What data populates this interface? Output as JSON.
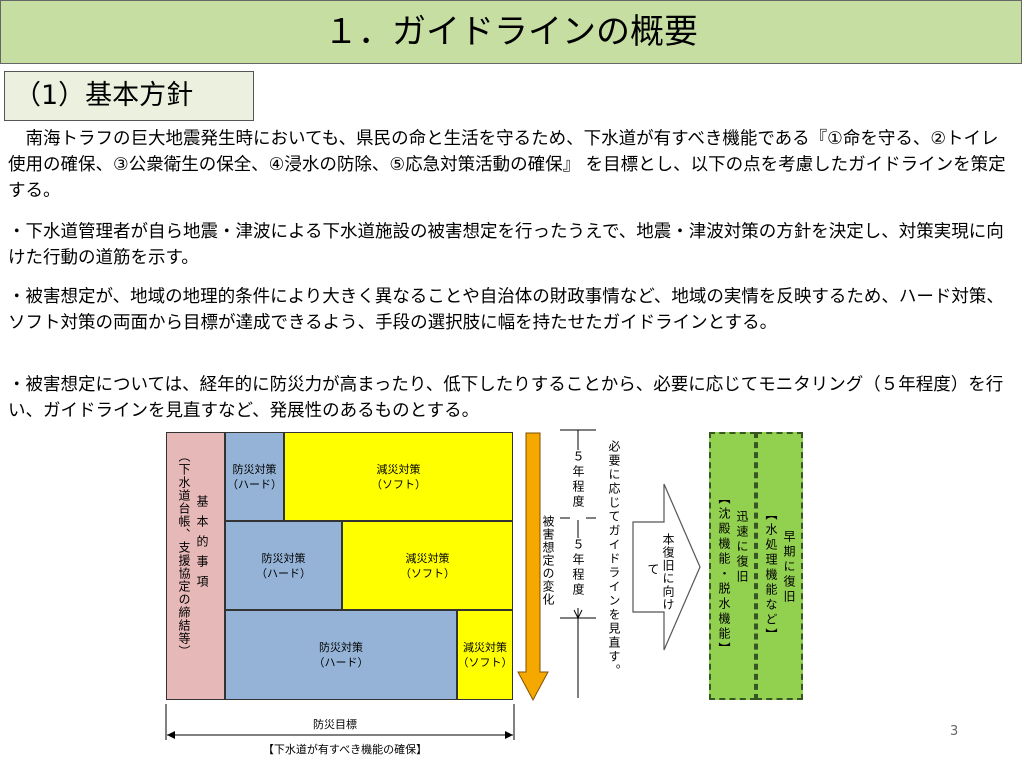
{
  "title": "１．ガイドラインの概要",
  "section": "（1）基本方針",
  "paragraphs": [
    "　南海トラフの巨大地震発生時においても、県民の命と生活を守るため、下水道が有すべき機能である『①命を守る、②トイレ使用の確保、③公衆衛生の保全、④浸水の防除、⑤応急対策活動の確保』 を目標とし、以下の点を考慮したガイドラインを策定する。",
    "・下水道管理者が自ら地震・津波による下水道施設の被害想定を行ったうえで、地震・津波対策の方針を決定し、対策実現に向けた行動の道筋を示す。",
    "・被害想定が、地域の地理的条件により大きく異なることや自治体の財政事情など、地域の実情を反映するため、ハード対策、ソフト対策の両面から目標が達成できるよう、手段の選択肢に幅を持たせたガイドラインとする。",
    "・被害想定については、経年的に防災力が高まったり、低下したりすることから、必要に応じてモニタリング（５年程度）を行い、ガイドラインを見直すなど、発展性のあるものとする。"
  ],
  "diagram": {
    "basic_left": "（下水道台帳、支援協定の締結等）",
    "basic_right": "基本的事項",
    "rows": [
      {
        "hard": "防災対策\n（ハード）",
        "soft": "減災対策\n（ソフト）"
      },
      {
        "hard": "防災対策\n（ハード）",
        "soft": "減災対策\n（ソフト）"
      },
      {
        "hard": "防災対策\n（ハード）",
        "soft": "減災対策\n（ソフト）"
      }
    ],
    "damage_change": "被害想定の変化",
    "five_years_1": "５年程度",
    "five_years_2": "５年程度",
    "review_note": "必要に応じてガイドラインを見直す。",
    "arrow_line1": "本復旧に向け",
    "arrow_line2": "て",
    "green1_label": "【沈殿機能・脱水機能】",
    "green1_sub": "迅速に復旧",
    "green2_label": "【水処理機能など】",
    "green2_sub": "早期に復旧",
    "goal": "防災目標",
    "bottom_caption": "【下水道が有すべき機能の確保】"
  },
  "page_number": "3",
  "colors": {
    "title_bg": "#c7dea3",
    "section_bg": "#ebf1de",
    "basic_bg": "#e6b9b8",
    "hard_bg": "#95b3d7",
    "soft_bg": "#ffff00",
    "arrow": "#f5a800",
    "green": "#92d050"
  }
}
